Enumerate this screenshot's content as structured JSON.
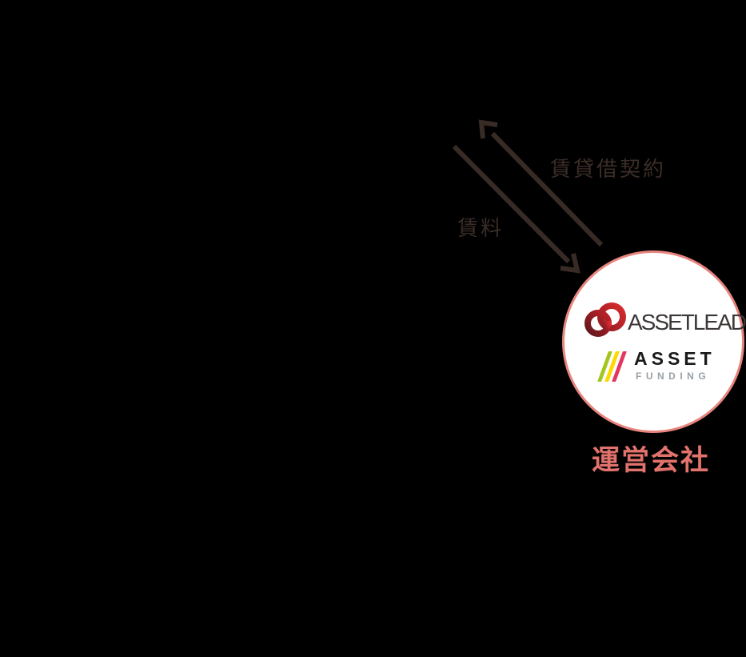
{
  "background_color": "#000000",
  "flows": {
    "lease": {
      "label": "賃貸借契約",
      "direction": "up-left"
    },
    "rent": {
      "label": "賃料",
      "direction": "down-right"
    },
    "arrow_color": "#382b26",
    "label_color": "#3b2d28"
  },
  "operator": {
    "label": "運営会社",
    "label_color": "#e2736c",
    "circle_fill": "#ffffff",
    "circle_border_color": "#e8847e",
    "logos": {
      "assetlead": {
        "wordmark": "ASSETLEAD",
        "text_color": "#3c3837",
        "ring_color_dark": "#7e1b21",
        "ring_color_bright": "#cb2129",
        "icon": "assetlead-rings-icon"
      },
      "asset_funding": {
        "wordmark": "ASSET",
        "subtext": "FUNDING",
        "text_color": "#1a1a1a",
        "subtext_color": "#9aa0a5",
        "stripe_colors": [
          "#a3c520",
          "#ffd800",
          "#e5365e"
        ],
        "icon": "asset-funding-stripes-icon"
      }
    }
  }
}
